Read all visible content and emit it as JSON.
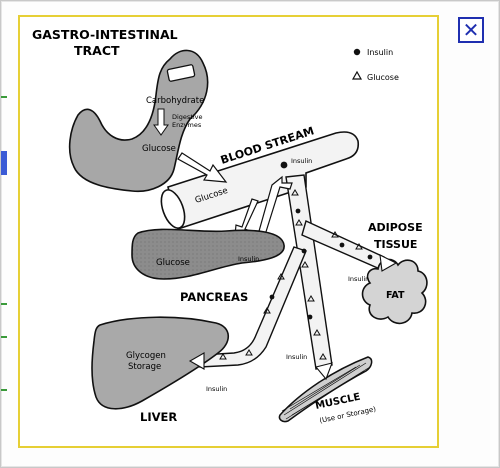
{
  "close": {
    "glyph": "✕",
    "label": "Close"
  },
  "diagram": {
    "legend": {
      "insulin": "Insulin",
      "glucose": "Glucose"
    },
    "gi_tract": {
      "line1": "GASTRO-INTESTINAL",
      "line2": "TRACT"
    },
    "carbohydrate": "Carbohydrate",
    "digestive_enzymes": {
      "line1": "Digestive",
      "line2": "Enzymes"
    },
    "glucose_stomach": "Glucose",
    "blood_stream": "BLOOD STREAM",
    "glucose_vessel": "Glucose",
    "insulin_top": "Insulin",
    "pancreas": "PANCREAS",
    "glucose_pancreas": "Glucose",
    "insulin_pancreas": "Insulin",
    "adipose": {
      "line1": "ADIPOSE",
      "line2": "TISSUE"
    },
    "fat": "FAT",
    "insulin_fat": "Insulin",
    "liver": "LIVER",
    "glycogen": {
      "line1": "Glycogen",
      "line2": "Storage"
    },
    "insulin_liver": "Insulin",
    "insulin_muscle": "Insulin",
    "muscle": "MUSCLE",
    "muscle_note": "(Use or Storage)"
  }
}
